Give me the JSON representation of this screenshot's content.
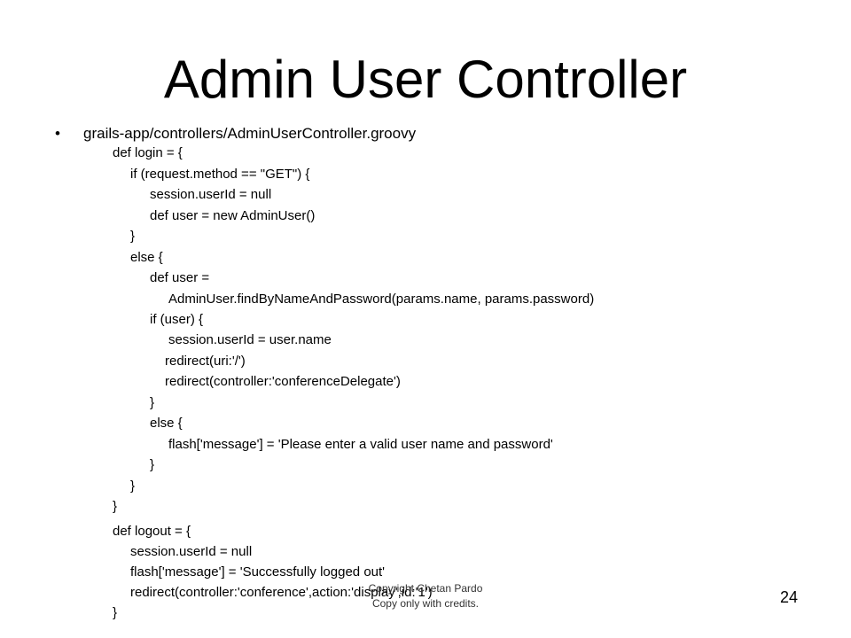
{
  "slide": {
    "title": "Admin User Controller",
    "bullet_symbol": "•",
    "bullet_text": "grails-app/controllers/AdminUserController.groovy",
    "code_lines": [
      "def login = {",
      "if (request.method == \"GET\") {",
      "session.userId = null",
      "def user = new AdminUser()",
      "}",
      "else {",
      "def user =",
      "AdminUser.findByNameAndPassword(params.name, params.password)",
      "if (user) {",
      "session.userId = user.name",
      "redirect(uri:'/')",
      "redirect(controller:'conferenceDelegate')",
      "}",
      "else {",
      "flash['message'] = 'Please enter a valid user name and password'",
      "}",
      "}",
      "}",
      "def logout = {",
      "session.userId = null",
      "flash['message'] = 'Successfully logged out'",
      "redirect(controller:'conference',action:'display',id:'1')",
      "}"
    ],
    "footer_credit_line1": "Copyright Chetan Pardo",
    "footer_credit_line2": "Copy only with credits.",
    "page_number": "24"
  }
}
